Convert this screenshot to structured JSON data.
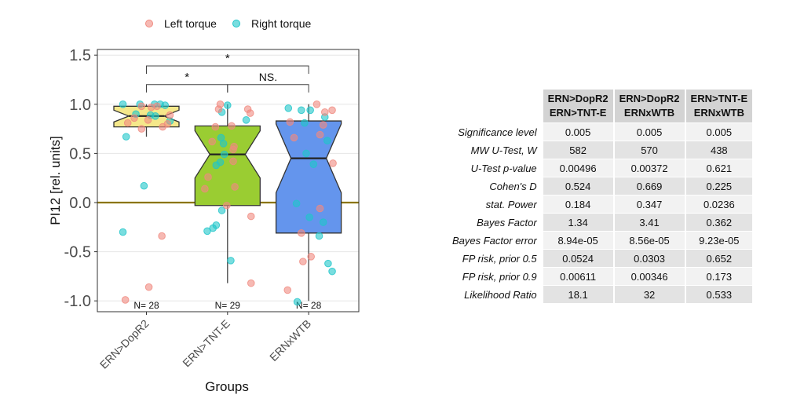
{
  "chart_data": {
    "type": "boxplot",
    "xlabel": "Groups",
    "ylabel": "PI12 [rel. units]",
    "ylim": [
      -1.1,
      1.55
    ],
    "yticks": [
      "1.5",
      "1.0",
      "0.5",
      "0.0",
      "-0.5",
      "-1.0"
    ],
    "ytick_values": [
      1.5,
      1.0,
      0.5,
      0.0,
      -0.5,
      -1.0
    ],
    "reference_line": 0.0,
    "legend": {
      "position": "top",
      "entries": [
        {
          "name": "Left torque",
          "color": "#f08a80"
        },
        {
          "name": "Right torque",
          "color": "#1fc6c9"
        }
      ]
    },
    "groups": [
      {
        "name": "ERN>DopR2",
        "n_label": "N= 28",
        "color": "#f5e88a",
        "whisker_low": 0.67,
        "q1": 0.77,
        "median": 0.88,
        "q3": 0.98,
        "whisker_high": 1.0,
        "notch_low": 0.82,
        "notch_high": 0.94
      },
      {
        "name": "ERN>TNT-E",
        "n_label": "N= 29",
        "color": "#9acd32",
        "whisker_low": -0.82,
        "q1": -0.03,
        "median": 0.49,
        "q3": 0.78,
        "whisker_high": 1.0,
        "notch_low": 0.25,
        "notch_high": 0.73
      },
      {
        "name": "ERNxWTB",
        "n_label": "N= 28",
        "color": "#6495ed",
        "whisker_low": -1.0,
        "q1": -0.31,
        "median": 0.45,
        "q3": 0.83,
        "whisker_high": 1.0,
        "notch_low": 0.1,
        "notch_high": 0.8
      }
    ],
    "points": [
      [
        [
          [
            -0.29,
            1.0
          ],
          [
            -0.08,
            1.0
          ],
          [
            0.1,
            1.0
          ],
          [
            0.17,
            1.0
          ],
          [
            0.23,
            0.99
          ],
          [
            -0.13,
            0.9
          ],
          [
            0.05,
            0.89
          ],
          [
            0.11,
            0.88
          ],
          [
            0.29,
            0.83
          ],
          [
            -0.25,
            0.67
          ],
          [
            -0.03,
            0.17
          ],
          [
            -0.29,
            -0.3
          ]
        ],
        [
          [
            -0.06,
            0.98
          ],
          [
            0.06,
            0.97
          ],
          [
            0.13,
            0.98
          ],
          [
            0.29,
            0.89
          ],
          [
            -0.15,
            0.86
          ],
          [
            -0.23,
            0.81
          ],
          [
            0.02,
            0.84
          ],
          [
            -0.06,
            0.75
          ],
          [
            0.2,
            0.77
          ],
          [
            0.26,
            0.8
          ],
          [
            0.19,
            -0.34
          ],
          [
            0.03,
            -0.86
          ],
          [
            -0.26,
            -0.99
          ]
        ]
      ],
      [
        [
          [
            0,
            0.99
          ],
          [
            -0.07,
            0.92
          ],
          [
            0.23,
            0.84
          ],
          [
            -0.08,
            0.66
          ],
          [
            -0.05,
            0.6
          ],
          [
            -0.04,
            0.49
          ],
          [
            -0.09,
            0.41
          ],
          [
            -0.14,
            0.38
          ],
          [
            -0.07,
            -0.08
          ],
          [
            -0.14,
            -0.23
          ],
          [
            -0.18,
            -0.26
          ],
          [
            -0.25,
            -0.29
          ],
          [
            0.04,
            -0.59
          ]
        ],
        [
          [
            -0.09,
            1.0
          ],
          [
            -0.11,
            0.95
          ],
          [
            0.25,
            0.95
          ],
          [
            0.28,
            0.91
          ],
          [
            -0.15,
            0.77
          ],
          [
            0.05,
            0.78
          ],
          [
            -0.19,
            0.62
          ],
          [
            0.08,
            0.57
          ],
          [
            0.07,
            0.54
          ],
          [
            0.07,
            0.42
          ],
          [
            -0.24,
            0.26
          ],
          [
            -0.28,
            0.14
          ],
          [
            0.09,
            0.16
          ],
          [
            -0.01,
            -0.03
          ],
          [
            0.29,
            -0.14
          ],
          [
            0.29,
            -0.82
          ]
        ]
      ],
      [
        [
          [
            -0.25,
            0.96
          ],
          [
            -0.09,
            0.94
          ],
          [
            0.02,
            0.94
          ],
          [
            0.2,
            0.87
          ],
          [
            -0.05,
            0.81
          ],
          [
            0.23,
            0.63
          ],
          [
            -0.03,
            0.5
          ],
          [
            0.06,
            0.39
          ],
          [
            -0.15,
            -0.01
          ],
          [
            0.01,
            -0.15
          ],
          [
            0.18,
            -0.2
          ],
          [
            0.13,
            -0.34
          ],
          [
            0.24,
            -0.62
          ],
          [
            0.29,
            -0.7
          ],
          [
            -0.14,
            -1.01
          ]
        ],
        [
          [
            0.1,
            1.0
          ],
          [
            0.2,
            0.92
          ],
          [
            0.29,
            0.94
          ],
          [
            -0.23,
            0.82
          ],
          [
            0.18,
            0.79
          ],
          [
            -0.18,
            0.66
          ],
          [
            0.14,
            0.69
          ],
          [
            0.3,
            0.4
          ],
          [
            0.14,
            -0.06
          ],
          [
            -0.09,
            -0.31
          ],
          [
            0.03,
            -0.55
          ],
          [
            -0.07,
            -0.6
          ],
          [
            -0.26,
            -0.89
          ]
        ]
      ]
    ],
    "significance": [
      {
        "from": 0,
        "to": 2,
        "y": 1.39,
        "label": "*",
        "label_at": 1
      },
      {
        "from": 0,
        "to": 1,
        "y": 1.2,
        "label": "*",
        "label_at": 0.5
      },
      {
        "from": 1,
        "to": 2,
        "y": 1.2,
        "label": "NS.",
        "label_at": 1.5
      }
    ]
  },
  "table": {
    "columns": [
      [
        "ERN>DopR2",
        "ERN>TNT-E"
      ],
      [
        "ERN>DopR2",
        "ERNxWTB"
      ],
      [
        "ERN>TNT-E",
        "ERNxWTB"
      ]
    ],
    "rows": [
      {
        "label": "Significance level",
        "values": [
          "0.005",
          "0.005",
          "0.005"
        ]
      },
      {
        "label": "MW U-Test, W",
        "values": [
          "582",
          "570",
          "438"
        ]
      },
      {
        "label": "U-Test p-value",
        "values": [
          "0.00496",
          "0.00372",
          "0.621"
        ]
      },
      {
        "label": "Cohen's D",
        "values": [
          "0.524",
          "0.669",
          "0.225"
        ]
      },
      {
        "label": "stat. Power",
        "values": [
          "0.184",
          "0.347",
          "0.0236"
        ]
      },
      {
        "label": "Bayes Factor",
        "values": [
          "1.34",
          "3.41",
          "0.362"
        ]
      },
      {
        "label": "Bayes Factor error",
        "values": [
          "8.94e-05",
          "8.56e-05",
          "9.23e-05"
        ]
      },
      {
        "label": "FP risk, prior  0.5",
        "values": [
          "0.0524",
          "0.0303",
          "0.652"
        ]
      },
      {
        "label": "FP risk, prior  0.9",
        "values": [
          "0.00611",
          "0.00346",
          "0.173"
        ]
      },
      {
        "label": "Likelihood Ratio",
        "values": [
          "18.1",
          "32",
          "0.533"
        ]
      }
    ]
  }
}
